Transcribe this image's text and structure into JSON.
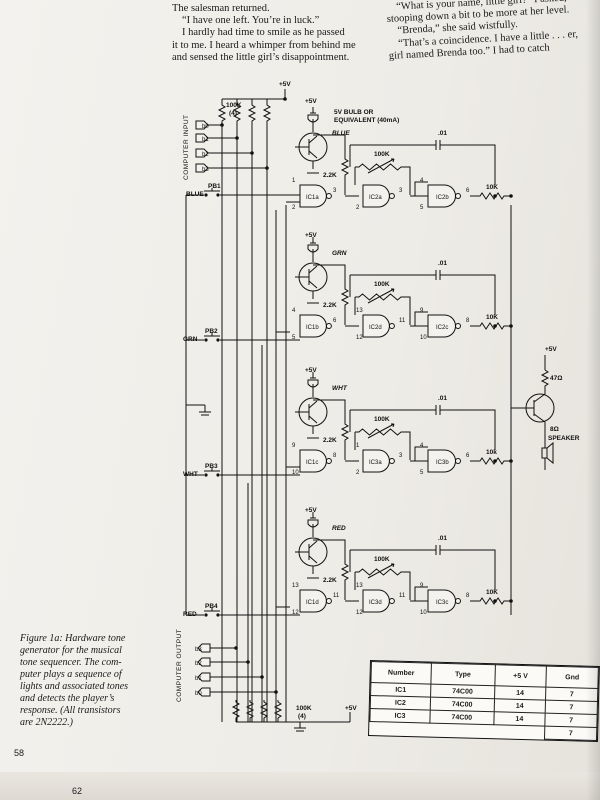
{
  "story": {
    "left": [
      "The salesman returned.",
      "“I have one left. You’re in luck.”",
      "I hardly had time to smile as he passed",
      "it to me. I heard a whimper from behind me",
      "and sensed the little girl’s disappointment."
    ],
    "right": [
      "“What is your name, little girl?” I asked,",
      "stooping down a bit to be more at her level.",
      "“Brenda,” she said wistfully.",
      "“That’s a coincidence. I have a little . . . er,",
      "girl named Brenda too.” I had to catch"
    ]
  },
  "schematic": {
    "plus5v": "+5V",
    "pullup_top": "100K",
    "pullup_top_qty": "(4)",
    "computer_input": "COMPUTER INPUT",
    "computer_output": "COMPUTER OUTPUT",
    "inputs": [
      "b0",
      "b1",
      "b2",
      "b3"
    ],
    "outputs": [
      "b3",
      "b2",
      "b1",
      "b0"
    ],
    "bulb_label_1": "5V BULB OR",
    "bulb_label_2": "EQUIVALENT (40mA)",
    "buttons": [
      "PB1",
      "PB2",
      "PB3",
      "PB4"
    ],
    "colors": [
      "BLUE",
      "GRN",
      "WHT",
      "RED"
    ],
    "lamp_colors": [
      "BLUE",
      "GRN",
      "WHT",
      "RED"
    ],
    "pot": "100K",
    "base_res": "2.2K",
    "cap": ".01",
    "out_res": [
      "10K",
      "10K",
      "10k",
      "10K"
    ],
    "gates_a": [
      "IC1a",
      "IC1b",
      "IC1c",
      "IC1d"
    ],
    "gates_b": [
      "IC2a",
      "IC2d",
      "IC3a",
      "IC3d"
    ],
    "gates_c": [
      "IC2b",
      "IC2c",
      "IC3b",
      "IC3c"
    ],
    "pin_a": [
      [
        "1",
        "2",
        "3"
      ],
      [
        "4",
        "5",
        "6"
      ],
      [
        "9",
        "10",
        "8"
      ],
      [
        "13",
        "12",
        "11"
      ]
    ],
    "pin_b": [
      [
        "",
        "2",
        "3"
      ],
      [
        "13",
        "12",
        "11"
      ],
      [
        "1",
        "2",
        "3"
      ],
      [
        "13",
        "12",
        "11"
      ]
    ],
    "pin_c": [
      [
        "4",
        "5",
        "6"
      ],
      [
        "9",
        "10",
        "8"
      ],
      [
        "4",
        "5",
        "6"
      ],
      [
        "9",
        "10",
        "8"
      ]
    ],
    "speaker_res": "47Ω",
    "speaker_ohm": "8Ω",
    "speaker": "SPEAKER",
    "pulldown": "100K",
    "pulldown_qty": "(4)"
  },
  "caption": [
    "Figure 1a: Hardware tone",
    "generator for the musical",
    "tone sequencer. The com-",
    "puter plays a sequence of",
    "lights and associated tones",
    "and detects the player’s",
    "response. (All transistors",
    "are 2N2222.)"
  ],
  "table": {
    "headers": [
      "Number",
      "Type",
      "+5 V",
      "Gnd"
    ],
    "rows": [
      [
        "IC1",
        "74C00",
        "14",
        "7"
      ],
      [
        "IC2",
        "74C00",
        "14",
        "7"
      ],
      [
        "IC3",
        "74C00",
        "14",
        "7"
      ]
    ],
    "extra": "7"
  },
  "page_numbers": {
    "inner": "58",
    "outer": "62"
  }
}
